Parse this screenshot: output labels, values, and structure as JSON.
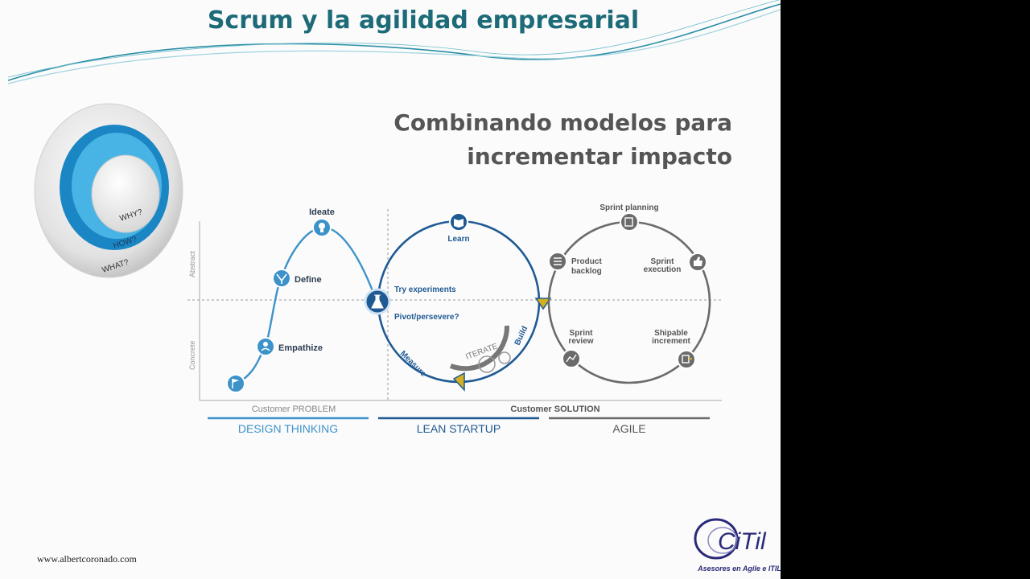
{
  "slide": {
    "title": "Scrum y la agilidad empresarial",
    "subtitle_lines": [
      "Combinando modelos para",
      "incrementar impacto"
    ],
    "footer_url": "www.albertcoronado.com",
    "logo": {
      "mark": "CiTil",
      "tagline": "Asesores en Agile e ITIL"
    }
  },
  "golden_circle": {
    "inner": "WHY?",
    "middle": "HOW?",
    "outer": "WHAT?"
  },
  "diagram": {
    "axis_labels": {
      "top": "Abstract",
      "bottom": "Concrete"
    },
    "design_thinking": {
      "steps": [
        "Empathize",
        "Define",
        "Ideate"
      ],
      "section_label": "DESIGN THINKING",
      "area_label": "Customer PROBLEM"
    },
    "lean_startup": {
      "learn": "Learn",
      "try": "Try experiments",
      "pivot": "Pivot/persevere?",
      "measure": "Measure",
      "build": "Build",
      "iterate": "ITERATE",
      "section_label": "LEAN STARTUP"
    },
    "agile": {
      "sprint_planning": "Sprint planning",
      "product_backlog": [
        "Product",
        "backlog"
      ],
      "sprint_execution": [
        "Sprint",
        "execution"
      ],
      "sprint_review": [
        "Sprint",
        "review"
      ],
      "shipable_increment": [
        "Shipable",
        "increment"
      ],
      "section_label": "AGILE"
    },
    "solution_label": "Customer SOLUTION",
    "colors": {
      "design": "#3d93c9",
      "lean": "#1f5a93",
      "agile": "#6b6b6b",
      "arrow": "#d4b020"
    }
  }
}
